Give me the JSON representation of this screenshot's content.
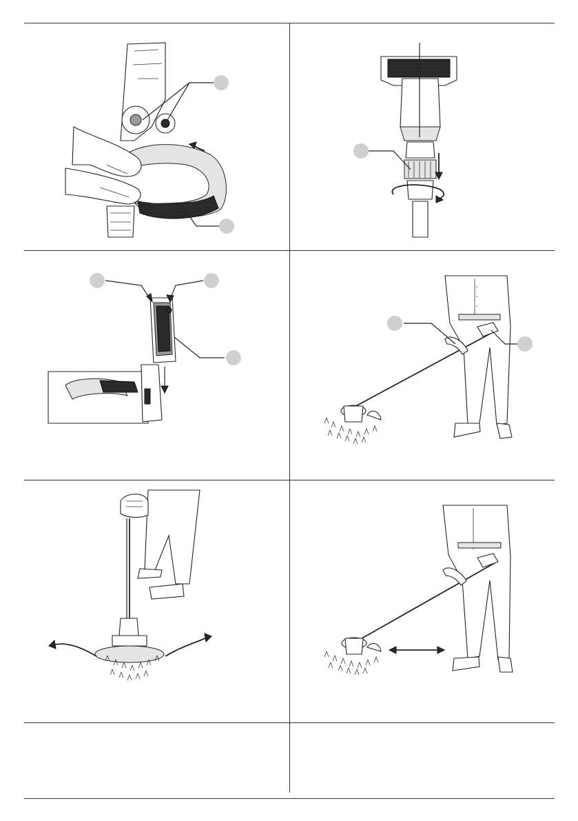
{
  "page": {
    "layout": "manual-illustration-grid",
    "rows": 4,
    "columns": 2
  },
  "panels": [
    {
      "id": "handle-attach",
      "callouts": 2
    },
    {
      "id": "shaft-coupling",
      "callouts": 1
    },
    {
      "id": "battery-insert",
      "callouts": 3
    },
    {
      "id": "operating-position",
      "callouts": 2
    },
    {
      "id": "edging-sweep",
      "callouts": 0
    },
    {
      "id": "trimming-distance",
      "callouts": 0
    },
    {
      "id": "blank-left",
      "callouts": 0
    },
    {
      "id": "blank-right",
      "callouts": 0
    }
  ],
  "colors": {
    "rule": "#333333",
    "callout": "#cfcfcf",
    "line": "#222222"
  }
}
